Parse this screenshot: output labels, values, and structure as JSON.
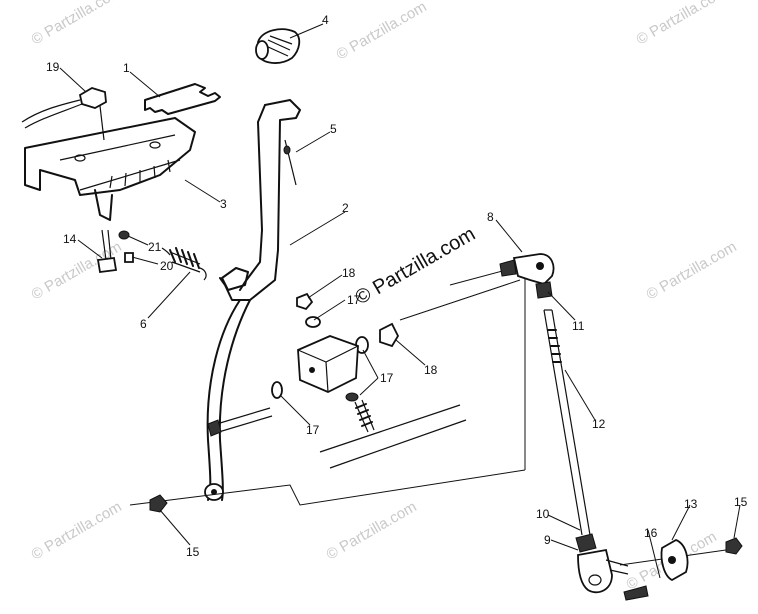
{
  "watermark": {
    "text": "© Partzilla.com",
    "center_text": "© Partzilla.com"
  },
  "callouts": [
    {
      "id": "c1",
      "label": "1"
    },
    {
      "id": "c2",
      "label": "2"
    },
    {
      "id": "c3",
      "label": "3"
    },
    {
      "id": "c4",
      "label": "4"
    },
    {
      "id": "c5",
      "label": "5"
    },
    {
      "id": "c6",
      "label": "6"
    },
    {
      "id": "c8",
      "label": "8"
    },
    {
      "id": "c9",
      "label": "9"
    },
    {
      "id": "c10",
      "label": "10"
    },
    {
      "id": "c11",
      "label": "11"
    },
    {
      "id": "c12",
      "label": "12"
    },
    {
      "id": "c13",
      "label": "13"
    },
    {
      "id": "c14",
      "label": "14"
    },
    {
      "id": "c15a",
      "label": "15"
    },
    {
      "id": "c15b",
      "label": "15"
    },
    {
      "id": "c16",
      "label": "16"
    },
    {
      "id": "c17a",
      "label": "17"
    },
    {
      "id": "c17b",
      "label": "17"
    },
    {
      "id": "c17c",
      "label": "17"
    },
    {
      "id": "c18a",
      "label": "18"
    },
    {
      "id": "c18b",
      "label": "18"
    },
    {
      "id": "c19",
      "label": "19"
    },
    {
      "id": "c20",
      "label": "20"
    },
    {
      "id": "c21",
      "label": "21"
    }
  ]
}
